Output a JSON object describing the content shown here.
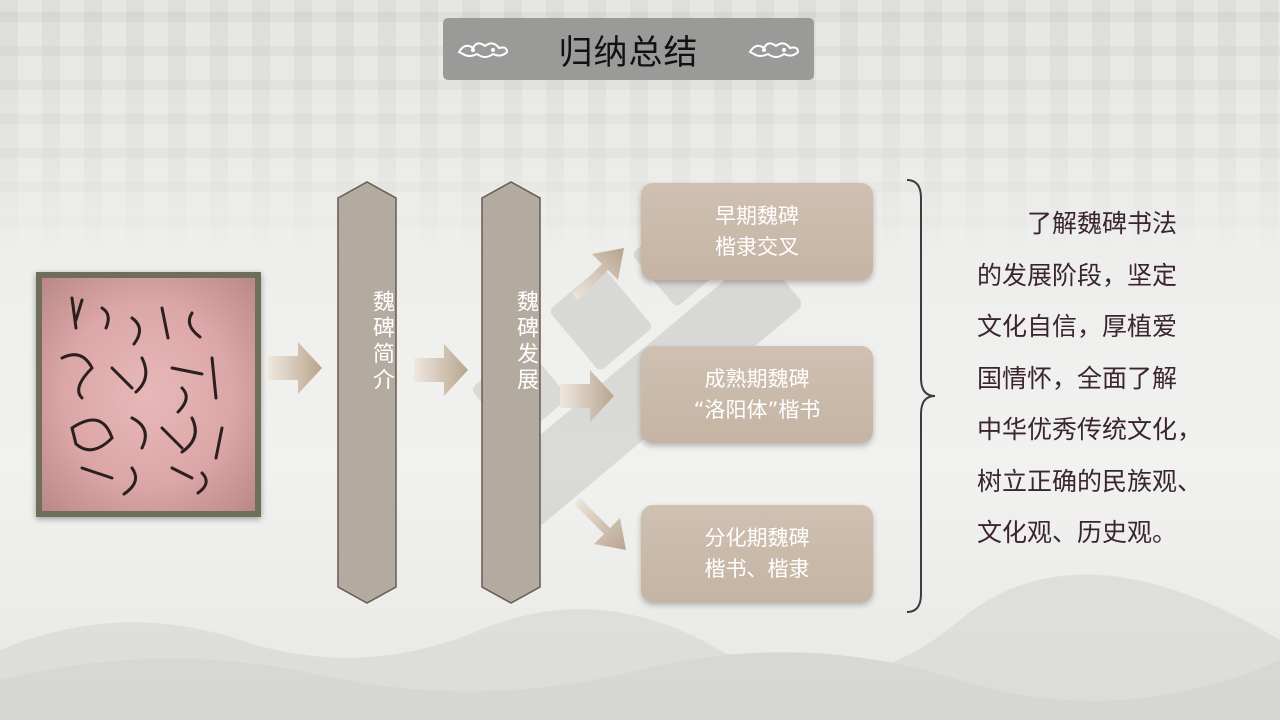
{
  "title": "归纳总结",
  "pillars": [
    {
      "label": "魏碑简介"
    },
    {
      "label": "魏碑发展"
    }
  ],
  "stages": [
    {
      "line1": "早期魏碑",
      "line2": "楷隶交叉"
    },
    {
      "line1": "成熟期魏碑",
      "line2": "“洛阳体”楷书"
    },
    {
      "line1": "分化期魏碑",
      "line2": "楷书、楷隶"
    }
  ],
  "summary": {
    "lines": [
      "了解魏碑书法",
      "的发展阶段，坚定",
      "文化自信，厚植爱",
      "国情怀，全面了解",
      "中华优秀传统文化，",
      "树立正确的民族观、",
      "文化观、历史观。"
    ]
  },
  "colors": {
    "title_bar": "#9a9a98",
    "pillar": "#b4aba2",
    "stage_box": "#c9b8a8",
    "summary_text": "#3a2430"
  },
  "icons": {
    "left_cloud": "auspicious-cloud-icon",
    "right_cloud": "auspicious-cloud-icon",
    "arrows": "arrow-icon",
    "bracket": "right-brace"
  }
}
